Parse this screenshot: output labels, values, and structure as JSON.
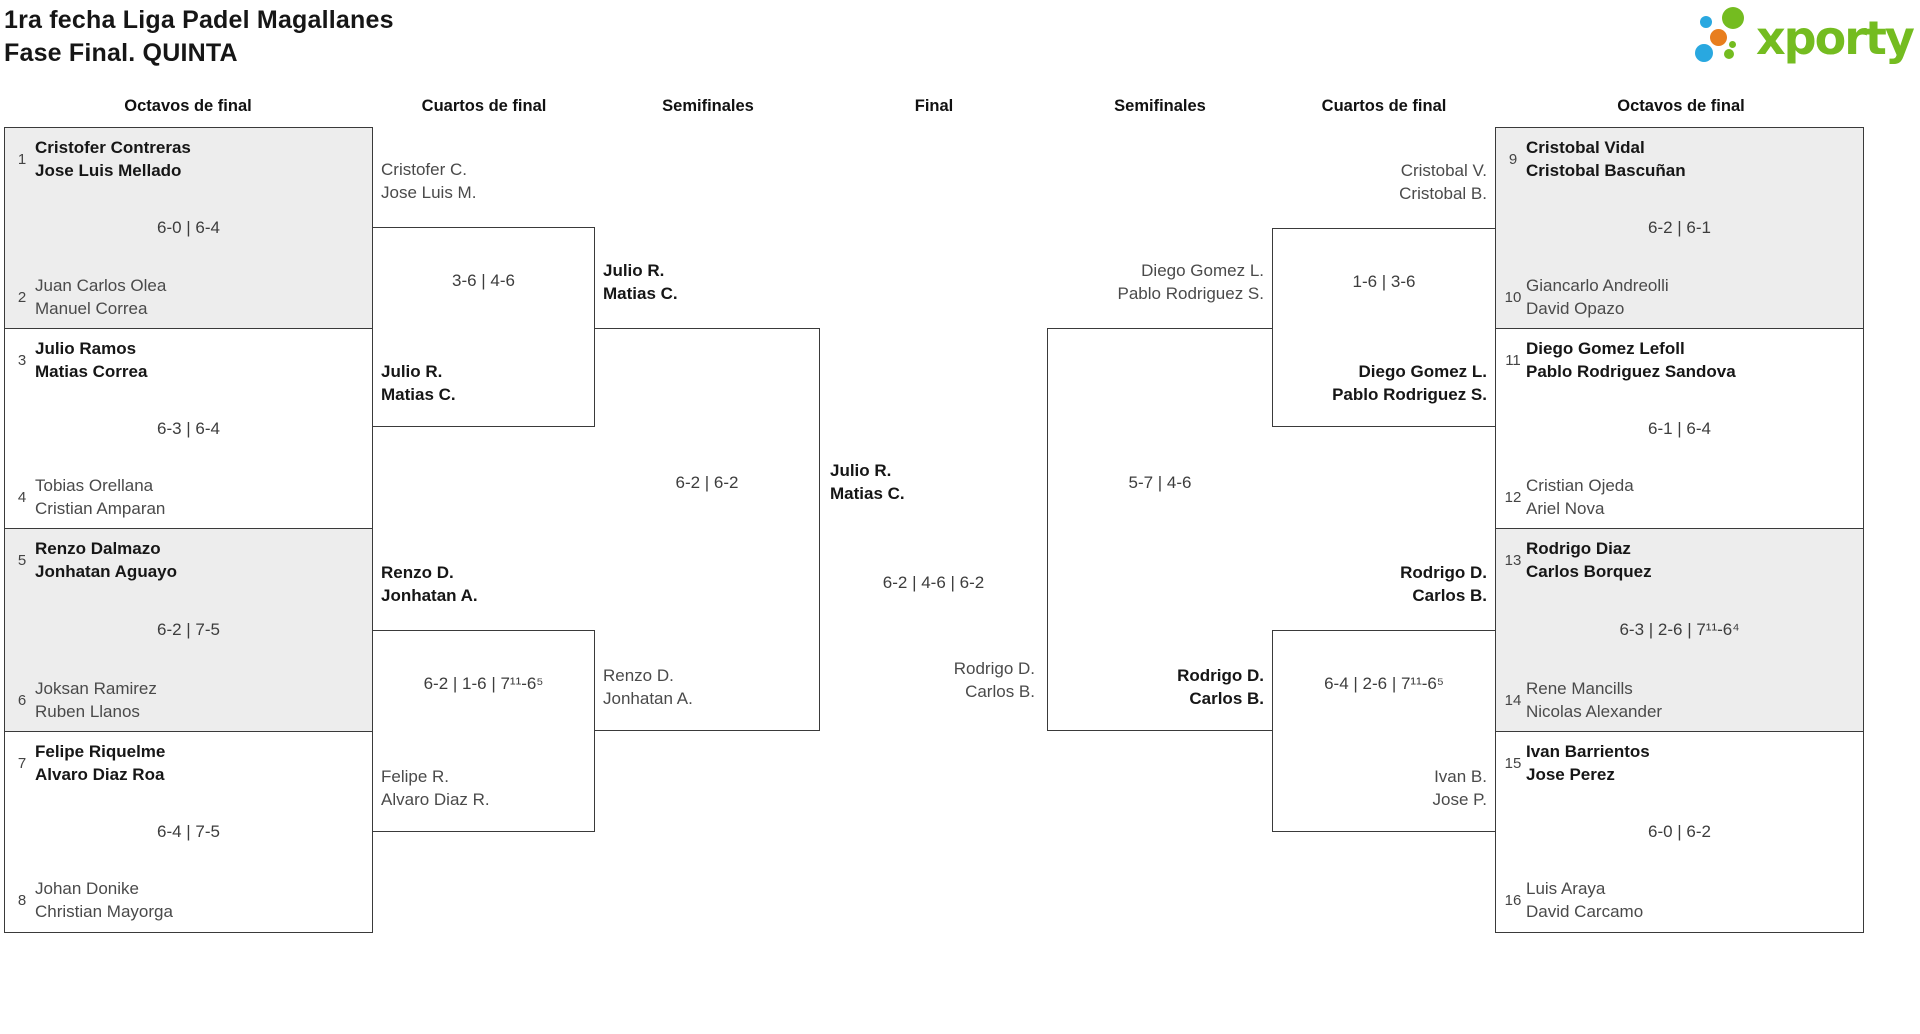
{
  "title": {
    "line1": "1ra fecha Liga Padel Magallanes",
    "line2": "Fase Final. QUINTA"
  },
  "logo": {
    "text": "xporty",
    "green": "#74bc20",
    "blue": "#29a8e0",
    "orange": "#e87e1e"
  },
  "colors": {
    "box_fill": "#ededed",
    "border": "#3a3a3a",
    "winner_text": "#161616",
    "loser_text": "#4a4a4a"
  },
  "headers": [
    "Octavos de final",
    "Cuartos de final",
    "Semifinales",
    "Final",
    "Semifinales",
    "Cuartos de final",
    "Octavos de final"
  ],
  "bracket": {
    "octavos_left": [
      {
        "seed1": "1",
        "team1": [
          "Cristofer Contreras",
          "Jose Luis Mellado"
        ],
        "bold1": true,
        "score": "6-0 | 6-4",
        "seed2": "2",
        "team2": [
          "Juan Carlos Olea",
          "Manuel Correa"
        ],
        "bold2": false
      },
      {
        "seed1": "3",
        "team1": [
          "Julio Ramos",
          "Matias Correa"
        ],
        "bold1": true,
        "score": "6-3 | 6-4",
        "seed2": "4",
        "team2": [
          "Tobias Orellana",
          "Cristian Amparan"
        ],
        "bold2": false
      },
      {
        "seed1": "5",
        "team1": [
          "Renzo Dalmazo",
          "Jonhatan Aguayo"
        ],
        "bold1": true,
        "score": "6-2 | 7-5",
        "seed2": "6",
        "team2": [
          "Joksan Ramirez",
          "Ruben Llanos"
        ],
        "bold2": false
      },
      {
        "seed1": "7",
        "team1": [
          "Felipe Riquelme",
          "Alvaro Diaz Roa"
        ],
        "bold1": true,
        "score": "6-4 | 7-5",
        "seed2": "8",
        "team2": [
          "Johan Donike",
          "Christian Mayorga"
        ],
        "bold2": false
      }
    ],
    "cuartos_left": [
      {
        "team1": [
          "Cristofer C.",
          "Jose Luis M."
        ],
        "bold1": false,
        "score": "3-6 | 4-6",
        "team2": [
          "Julio R.",
          "Matias C."
        ],
        "bold2": true
      },
      {
        "team1": [
          "Renzo D.",
          "Jonhatan A."
        ],
        "bold1": true,
        "score": "6-2 | 1-6 | 7¹¹-6⁵",
        "team2": [
          "Felipe R.",
          "Alvaro Diaz R."
        ],
        "bold2": false
      }
    ],
    "semis_left": {
      "team1": [
        "Julio R.",
        "Matias C."
      ],
      "bold1": true,
      "score": "6-2 | 6-2",
      "team2": [
        "Renzo D.",
        "Jonhatan A."
      ],
      "bold2": false
    },
    "final": {
      "team1": [
        "Julio R.",
        "Matias C."
      ],
      "bold1": true,
      "score": "6-2 | 4-6 | 6-2",
      "team2": [
        "Rodrigo D.",
        "Carlos B."
      ],
      "bold2": false
    },
    "semis_right": {
      "team1": [
        "Diego Gomez L.",
        "Pablo Rodriguez S."
      ],
      "bold1": false,
      "score": "5-7 | 4-6",
      "team2": [
        "Rodrigo D.",
        "Carlos B."
      ],
      "bold2": true
    },
    "cuartos_right": [
      {
        "team1": [
          "Cristobal V.",
          "Cristobal B."
        ],
        "bold1": false,
        "score": "1-6 | 3-6",
        "team2": [
          "Diego Gomez L.",
          "Pablo Rodriguez S."
        ],
        "bold2": true
      },
      {
        "team1": [
          "Rodrigo D.",
          "Carlos B."
        ],
        "bold1": true,
        "score": "6-4 | 2-6 | 7¹¹-6⁵",
        "team2": [
          "Ivan B.",
          "Jose P."
        ],
        "bold2": false
      }
    ],
    "octavos_right": [
      {
        "seed1": "9",
        "team1": [
          "Cristobal Vidal",
          "Cristobal Bascuñan"
        ],
        "bold1": true,
        "score": "6-2 | 6-1",
        "seed2": "10",
        "team2": [
          "Giancarlo Andreolli",
          "David Opazo"
        ],
        "bold2": false
      },
      {
        "seed1": "11",
        "team1": [
          "Diego Gomez Lefoll",
          "Pablo Rodriguez Sandova"
        ],
        "bold1": true,
        "score": "6-1 | 6-4",
        "seed2": "12",
        "team2": [
          "Cristian Ojeda",
          "Ariel Nova"
        ],
        "bold2": false
      },
      {
        "seed1": "13",
        "team1": [
          "Rodrigo Diaz",
          "Carlos Borquez"
        ],
        "bold1": true,
        "score": "6-3 | 2-6 | 7¹¹-6⁴",
        "seed2": "14",
        "team2": [
          "Rene Mancills",
          "Nicolas Alexander"
        ],
        "bold2": false
      },
      {
        "seed1": "15",
        "team1": [
          "Ivan Barrientos",
          "Jose Perez"
        ],
        "bold1": true,
        "score": "6-0 | 6-2",
        "seed2": "16",
        "team2": [
          "Luis Araya",
          "David Carcamo"
        ],
        "bold2": false
      }
    ]
  }
}
